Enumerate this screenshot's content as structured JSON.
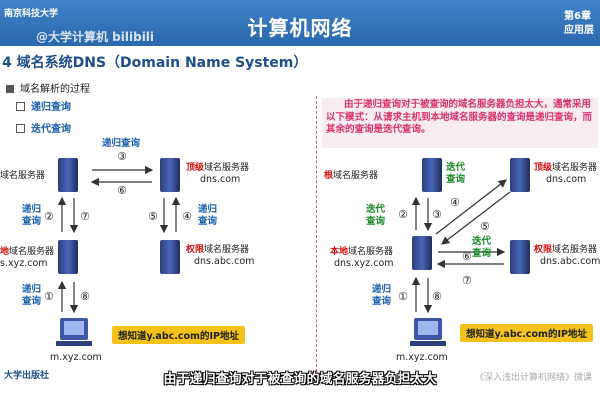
{
  "header": {
    "logo_text": "南京科技大学",
    "watermark": "@大学计算机 bilibili",
    "title": "计算机网络",
    "chapter_line1": "第6章",
    "chapter_line2": "应用层"
  },
  "section": {
    "title": "4 域名系统DNS（Domain Name System）",
    "bullet": "域名解析的过程",
    "options": [
      "递归查询",
      "迭代查询"
    ]
  },
  "left_diagram": {
    "top_label": "递归查询",
    "root_label": "域名服务器",
    "tld_label_red": "顶级",
    "tld_label_rest": "域名服务器",
    "tld_domain": "dns.com",
    "local_label_red": "地",
    "local_label_rest": "域名服务器",
    "local_domain": "s.xyz.com",
    "auth_label_red": "权限",
    "auth_label_rest": "域名服务器",
    "auth_domain": "dns.abc.com",
    "side_left_1": "递归",
    "side_left_2": "查询",
    "side_right_1": "递归",
    "side_right_2": "查询",
    "bottom_1": "递归",
    "bottom_2": "查询",
    "pc_domain": "m.xyz.com",
    "callout": "想知道y.abc.com的IP地址",
    "steps": [
      "①",
      "②",
      "③",
      "④",
      "⑤",
      "⑥",
      "⑦",
      "⑧"
    ]
  },
  "right_diagram": {
    "note": "由于递归查询对于被查询的域名服务器负担太大，通常采用以下模式：从请求主机到本地域名服务器的查询是递归查询，而其余的查询是迭代查询。",
    "root_label_red": "根",
    "root_label_rest": "域名服务器",
    "tld_label_red": "顶级",
    "tld_label_rest": "域名服务器",
    "tld_domain": "dns.com",
    "local_label_red": "本地",
    "local_label_rest": "域名服务器",
    "local_domain": "dns.xyz.com",
    "auth_label_red": "权限",
    "auth_label_rest": "域名服务器",
    "auth_domain": "dns.abc.com",
    "iter_1a": "迭代",
    "iter_1b": "查询",
    "iter_2a": "迭代",
    "iter_2b": "查询",
    "iter_3a": "迭代",
    "iter_3b": "查询",
    "rec_a": "递归",
    "rec_b": "查询",
    "pc_domain": "m.xyz.com",
    "callout": "想知道y.abc.com的IP地址"
  },
  "subtitle": "由于递归查询对于被查询的域名服务器负担太大",
  "source": "《深入浅出计算机网络》微课",
  "publisher": "大学出版社",
  "colors": {
    "header": "#2b68ad",
    "red": "#d01010",
    "green": "#1d8a2a",
    "blue": "#1b5fae",
    "callout": "#f3c21c"
  }
}
